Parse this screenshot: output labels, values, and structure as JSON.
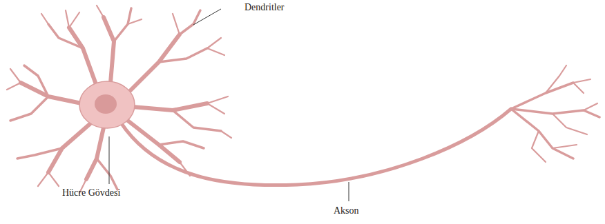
{
  "diagram": {
    "labels": [
      "Dendritler",
      "Hücre Gövdesi",
      "Akson"
    ]
  }
}
